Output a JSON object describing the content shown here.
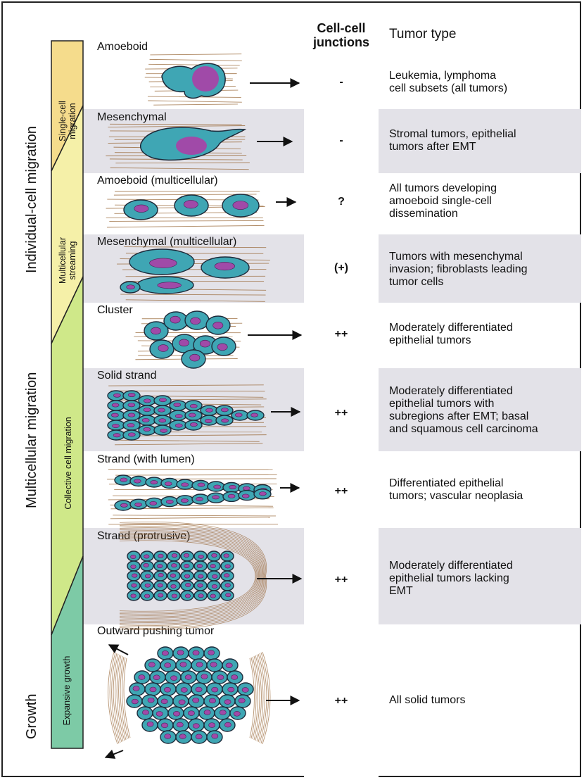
{
  "headers": {
    "junctions_line1": "Cell-cell",
    "junctions_line2": "junctions",
    "tumor_type": "Tumor type"
  },
  "categories": {
    "individual": "Individual-cell migration",
    "multicellular": "Multicellular migration",
    "growth": "Growth"
  },
  "bar_segments": [
    {
      "line1": "Single-cell",
      "line2": "migration",
      "color": "#f5dc8c"
    },
    {
      "line1": "Multicellular",
      "line2": "streaming",
      "color": "#f5f0a8"
    },
    {
      "line1": "Collective cell migration",
      "line2": "",
      "color": "#cfe889"
    },
    {
      "line1": "Expansive growth",
      "line2": "",
      "color": "#7dcaa6"
    }
  ],
  "rows": [
    {
      "mode": "Amoeboid",
      "junctions": "-",
      "tumor": [
        "Leukemia, lymphoma",
        "cell subsets (all tumors)"
      ]
    },
    {
      "mode": "Mesenchymal",
      "junctions": "-",
      "tumor": [
        "Stromal tumors, epithelial",
        "tumors after EMT"
      ]
    },
    {
      "mode": "Amoeboid (multicellular)",
      "junctions": "?",
      "tumor": [
        "All tumors developing",
        "amoeboid single-cell",
        "dissemination"
      ]
    },
    {
      "mode": "Mesenchymal (multicellular)",
      "junctions": "(+)",
      "tumor": [
        "Tumors with mesenchymal",
        "invasion; fibroblasts leading",
        "tumor cells"
      ]
    },
    {
      "mode": "Cluster",
      "junctions": "++",
      "tumor": [
        "Moderately differentiated",
        "epithelial tumors"
      ]
    },
    {
      "mode": "Solid strand",
      "junctions": "++",
      "tumor": [
        "Moderately differentiated",
        "epithelial tumors with",
        "subregions after EMT; basal",
        "and squamous cell carcinoma"
      ]
    },
    {
      "mode": "Strand (with lumen)",
      "junctions": "++",
      "tumor": [
        "Differentiated epithelial",
        "tumors; vascular neoplasia"
      ]
    },
    {
      "mode": "Strand (protrusive)",
      "junctions": "++",
      "tumor": [
        "Moderately differentiated",
        "epithelial tumors lacking",
        "EMT"
      ]
    },
    {
      "mode": "Outward pushing tumor",
      "junctions": "++",
      "tumor": [
        "All solid tumors"
      ]
    }
  ],
  "colors": {
    "cell_fill": "#3fa6b4",
    "nucleus": "#a04aa8",
    "fiber": "#9a6a3a",
    "shade": "#e3e2e8"
  }
}
